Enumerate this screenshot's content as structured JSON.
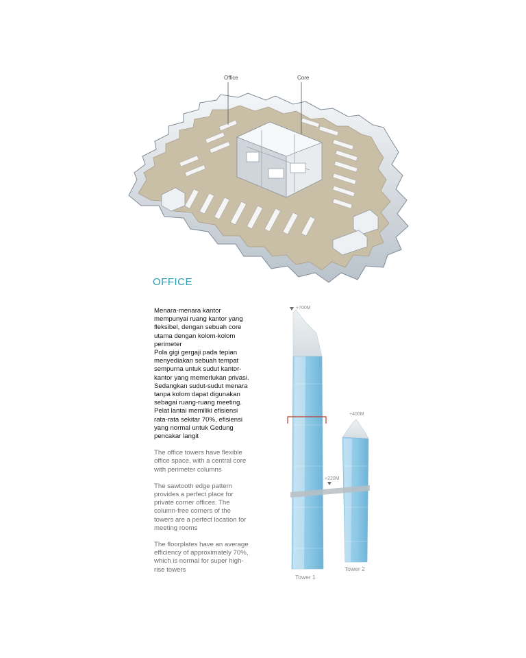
{
  "floor_plan": {
    "callouts": {
      "office": "Office",
      "core": "Core"
    }
  },
  "section": {
    "title": "OFFICE"
  },
  "text_indonesian": "Menara-menara kantor\nmempunyai ruang kantor yang\nfleksibel, dengan sebuah core\nutama dengan kolom-kolom\nperimeter\nPola gigi gergaji pada tepian\nmenyediakan sebuah tempat\nsempurna untuk sudut kantor-\nkantor yang memerlukan privasi.\nSedangkan sudut-sudut menara\ntanpa kolom dapat digunakan\nsebagai ruang-ruang meeting.\nPelat lantai memiliki efisiensi\nrata-rata sekitar 70%, efisiensi\nyang normal untuk Gedung\npencakar langit",
  "text_english": [
    "The office towers have flexible\noffice space, with a central core\nwith perimeter columns",
    "The sawtooth edge pattern\nprovides a perfect place for\nprivate corner offices. The\ncolumn-free corners of the\ntowers are a perfect location for\nmeeting rooms",
    "The floorplates have an average\nefficiency of approximately 70%,\nwhich is normal for super high-\nrise towers"
  ],
  "towers": {
    "height_tags": {
      "tower1": "+700M",
      "tower2": "+400M",
      "bridge": "+220M"
    },
    "names": {
      "tower1": "Tower 1",
      "tower2": "Tower 2"
    }
  },
  "colors": {
    "accent_heading": "#2e9bb5",
    "tower_glass": "#8cc8e6",
    "floor_slab": "#c9bfa6",
    "section_marker": "#c0392b"
  }
}
